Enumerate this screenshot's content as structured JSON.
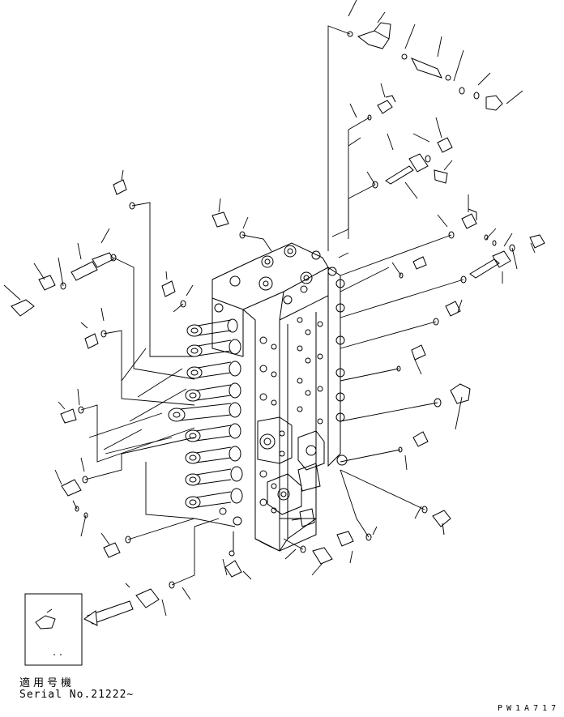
{
  "caption": {
    "applicable_models": "適用号機",
    "serial": "Serial No.21222~"
  },
  "drawing_code": "PW1A717"
}
